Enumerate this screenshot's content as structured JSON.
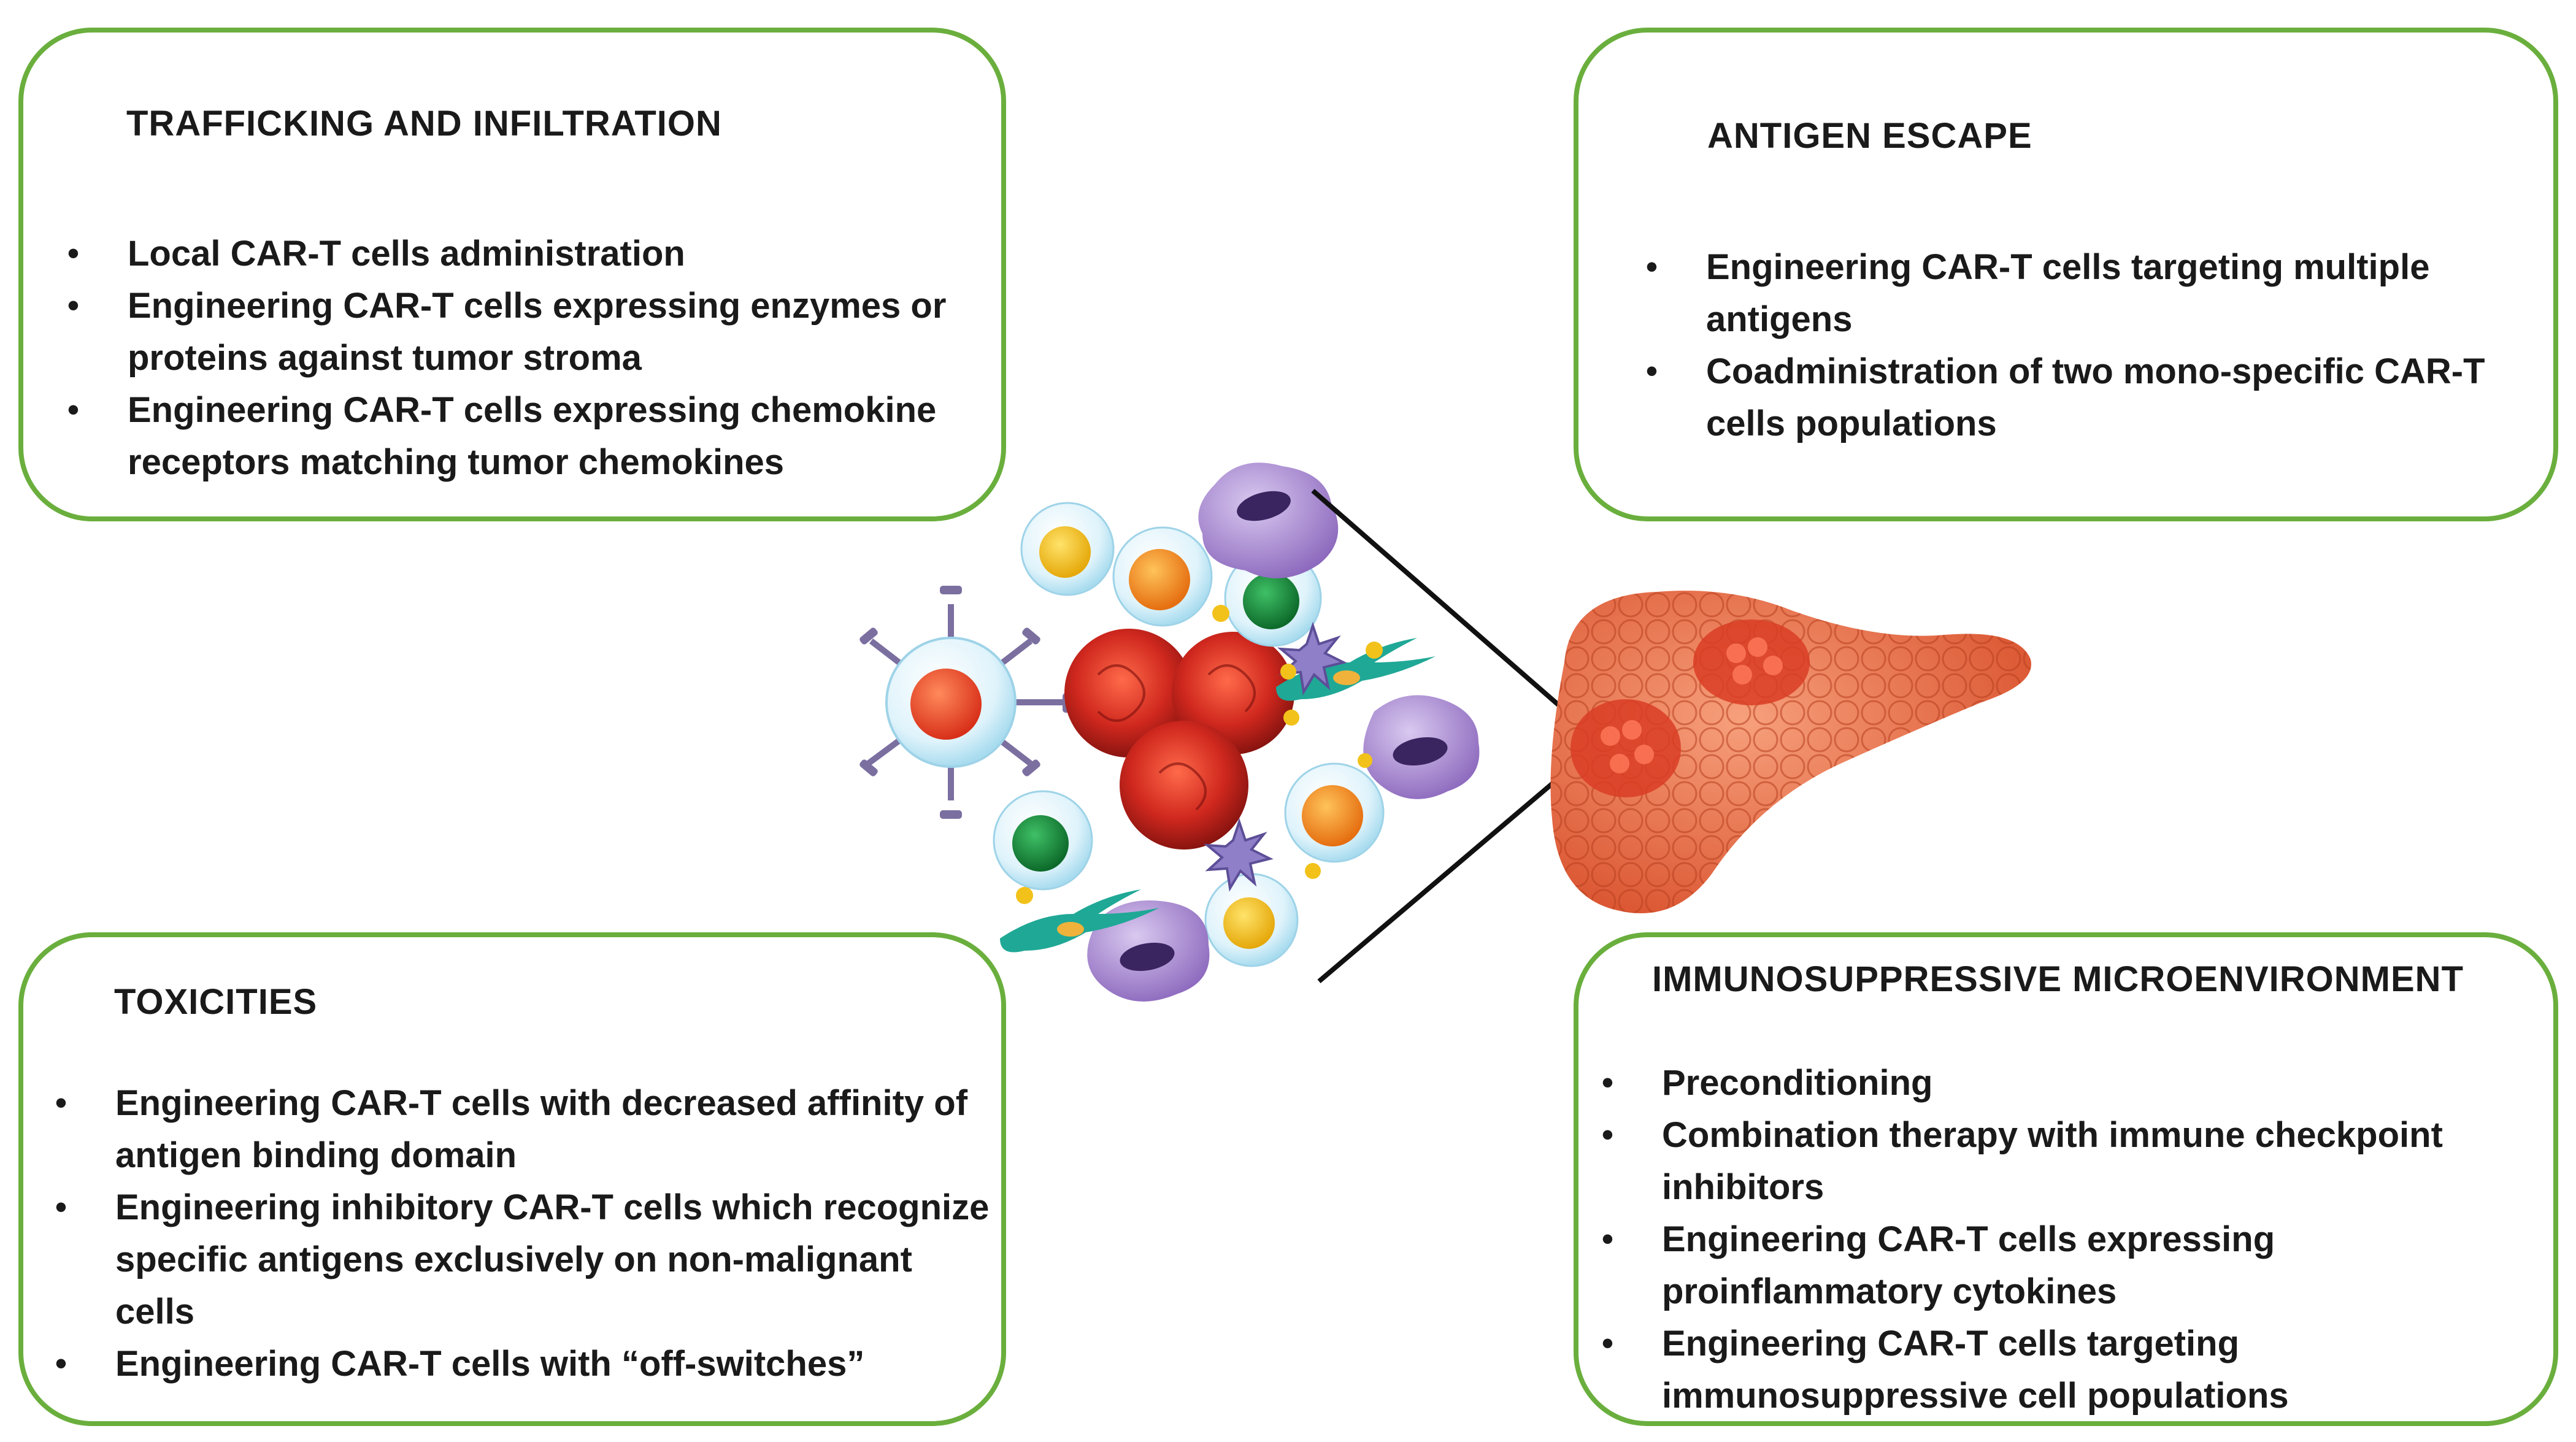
{
  "boxes": {
    "trafficking": {
      "title": "TRAFFICKING AND INFILTRATION",
      "items": [
        "Local CAR-T cells administration",
        "Engineering CAR-T cells expressing enzymes or proteins against tumor stroma",
        "Engineering CAR-T cells expressing chemokine receptors matching tumor chemokines"
      ]
    },
    "antigen_escape": {
      "title": "ANTIGEN ESCAPE",
      "items": [
        "Engineering CAR-T cells targeting multiple antigens",
        "Coadministration of two mono-specific CAR-T cells populations"
      ]
    },
    "toxicities": {
      "title": "TOXICITIES",
      "items": [
        "Engineering CAR-T cells with decreased affinity of antigen binding domain",
        "Engineering inhibitory CAR-T cells which recognize specific antigens exclusively on non-malignant cells",
        "Engineering CAR-T cells with “off-switches”"
      ]
    },
    "immunosuppressive": {
      "title": "IMMUNOSUPPRESSIVE MICROENVIRONMENT",
      "items": [
        "Preconditioning",
        "Combination therapy with immune checkpoint inhibitors",
        "Engineering CAR-T cells expressing proinflammatory cytokines",
        "Engineering CAR-T cells targeting immunosuppressive cell populations"
      ]
    }
  },
  "colors": {
    "box_border": "#6aaf3d",
    "tumor_cell": "#c8261e",
    "pancreas": "#e8704e",
    "macrophage": "#9b7bc4",
    "fibroblast": "#1fa896",
    "lymphocyte_yellow": "#f2c21a",
    "lymphocyte_orange": "#f08a1c",
    "lymphocyte_green": "#1f8a3c"
  }
}
